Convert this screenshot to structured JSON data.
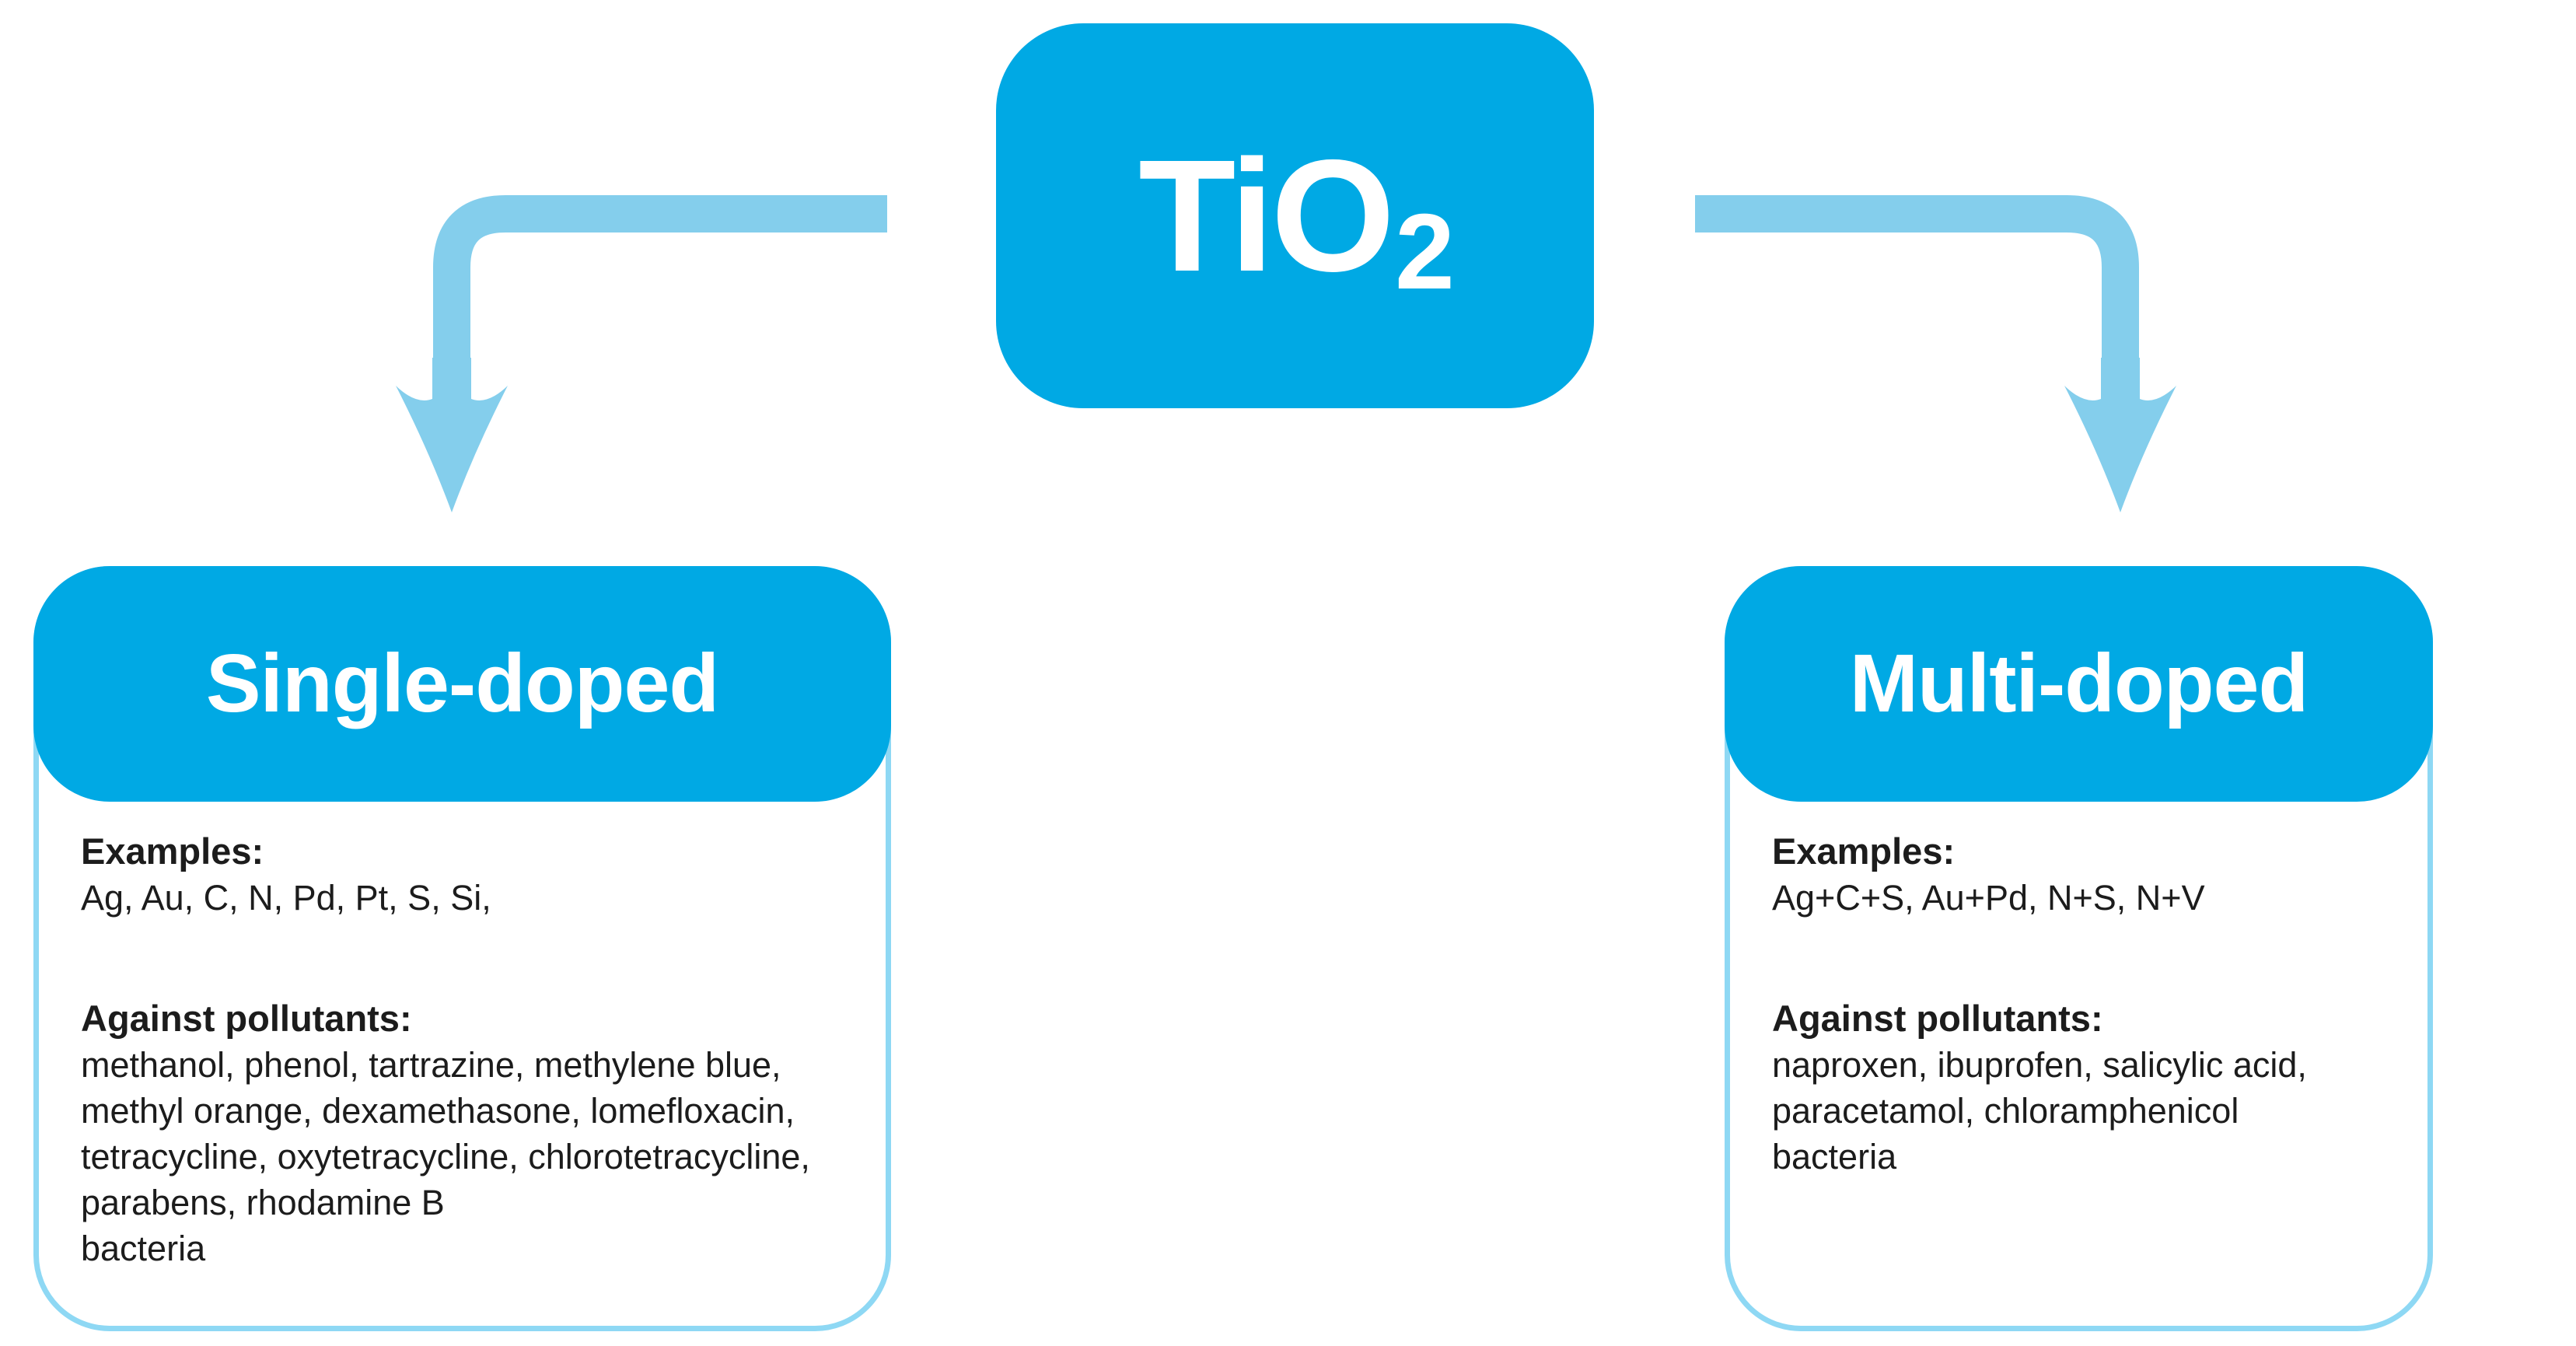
{
  "colors": {
    "accent_blue": "#00a9e4",
    "arrow_blue": "#84ceec",
    "border_blue": "#8ed8f4",
    "text_color": "#1c1c1c",
    "page_bg": "#ffffff"
  },
  "root": {
    "title": "TiO",
    "title_subscript": "2"
  },
  "branches": {
    "left": {
      "title": "Single-doped",
      "examples_label": "Examples:",
      "examples": "Ag, Au, C, N, Pd, Pt, S, Si,",
      "pollutants_label": "Against pollutants:",
      "pollutants_lines": [
        "methanol, phenol, tartrazine, methylene blue,",
        "methyl orange, dexamethasone, lomefloxacin,",
        "tetracycline, oxytetracycline, chlorotetracycline,",
        "parabens, rhodamine B",
        "bacteria"
      ]
    },
    "right": {
      "title": "Multi-doped",
      "examples_label": "Examples:",
      "examples": "Ag+C+S, Au+Pd, N+S, N+V",
      "pollutants_label": "Against pollutants:",
      "pollutants_lines": [
        "naproxen, ibuprofen, salicylic acid,",
        "paracetamol, chloramphenicol",
        "bacteria"
      ]
    }
  }
}
